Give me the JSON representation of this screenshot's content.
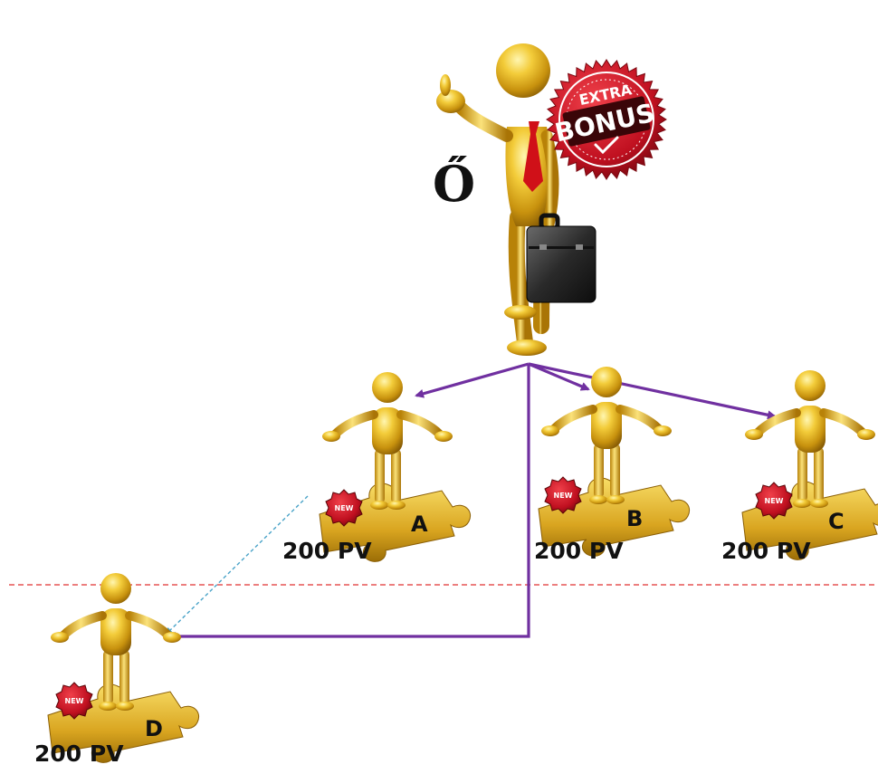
{
  "top_person": {
    "label": "Ő",
    "badge_line1": "EXTRA",
    "badge_line2": "BONUS"
  },
  "members": [
    {
      "letter": "A",
      "pv": "200 PV",
      "badge": "NEW"
    },
    {
      "letter": "B",
      "pv": "200 PV",
      "badge": "NEW"
    },
    {
      "letter": "C",
      "pv": "200 PV",
      "badge": "NEW"
    },
    {
      "letter": "D",
      "pv": "200 PV",
      "badge": "NEW"
    }
  ],
  "colors": {
    "arrow": "#7030a0",
    "dashed_divider": "#e03030",
    "dotted_link": "#4aa3c8",
    "gold": "#e8b820",
    "badge_red": "#c01020"
  }
}
